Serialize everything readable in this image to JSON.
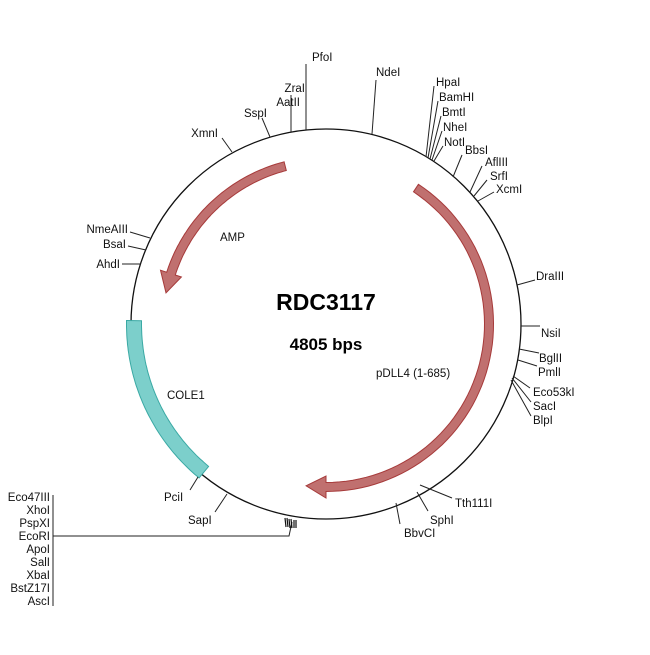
{
  "plasmid": {
    "name": "RDC3117",
    "size": "4805 bps"
  },
  "features": {
    "amp": {
      "label": "AMP",
      "color": "#c0706f"
    },
    "pdll4": {
      "label": "pDLL4 (1-685)",
      "color": "#c0706f"
    },
    "cole1": {
      "label": "COLE1",
      "color": "#7ccfcb"
    }
  },
  "sites": {
    "pfoi": "PfoI",
    "ndei": "NdeI",
    "hpai": "HpaI",
    "bamhi": "BamHI",
    "bmti": "BmtI",
    "nhei": "NheI",
    "noti": "NotI",
    "bbsi": "BbsI",
    "aflIII": "AflIII",
    "srfi": "SrfI",
    "xcmi": "XcmI",
    "draIII": "DraIII",
    "nsii": "NsiI",
    "bglII": "BglII",
    "pmlI": "PmlI",
    "eco53ki": "Eco53kI",
    "saci": "SacI",
    "blpi": "BlpI",
    "tth111i": "Tth111I",
    "sphi": "SphI",
    "bbvci": "BbvCI",
    "sapi": "SapI",
    "pcii": "PciI",
    "ahdi": "AhdI",
    "bsai": "BsaI",
    "nmeaIII": "NmeAIII",
    "xmni": "XmnI",
    "sspi": "SspI",
    "aatII": "AatII",
    "zrai": "ZraI"
  },
  "mcs_sites": [
    "Eco47III",
    "XhoI",
    "PspXI",
    "EcoRI",
    "ApoI",
    "SalI",
    "XbaI",
    "BstZ17I",
    "AscI"
  ]
}
